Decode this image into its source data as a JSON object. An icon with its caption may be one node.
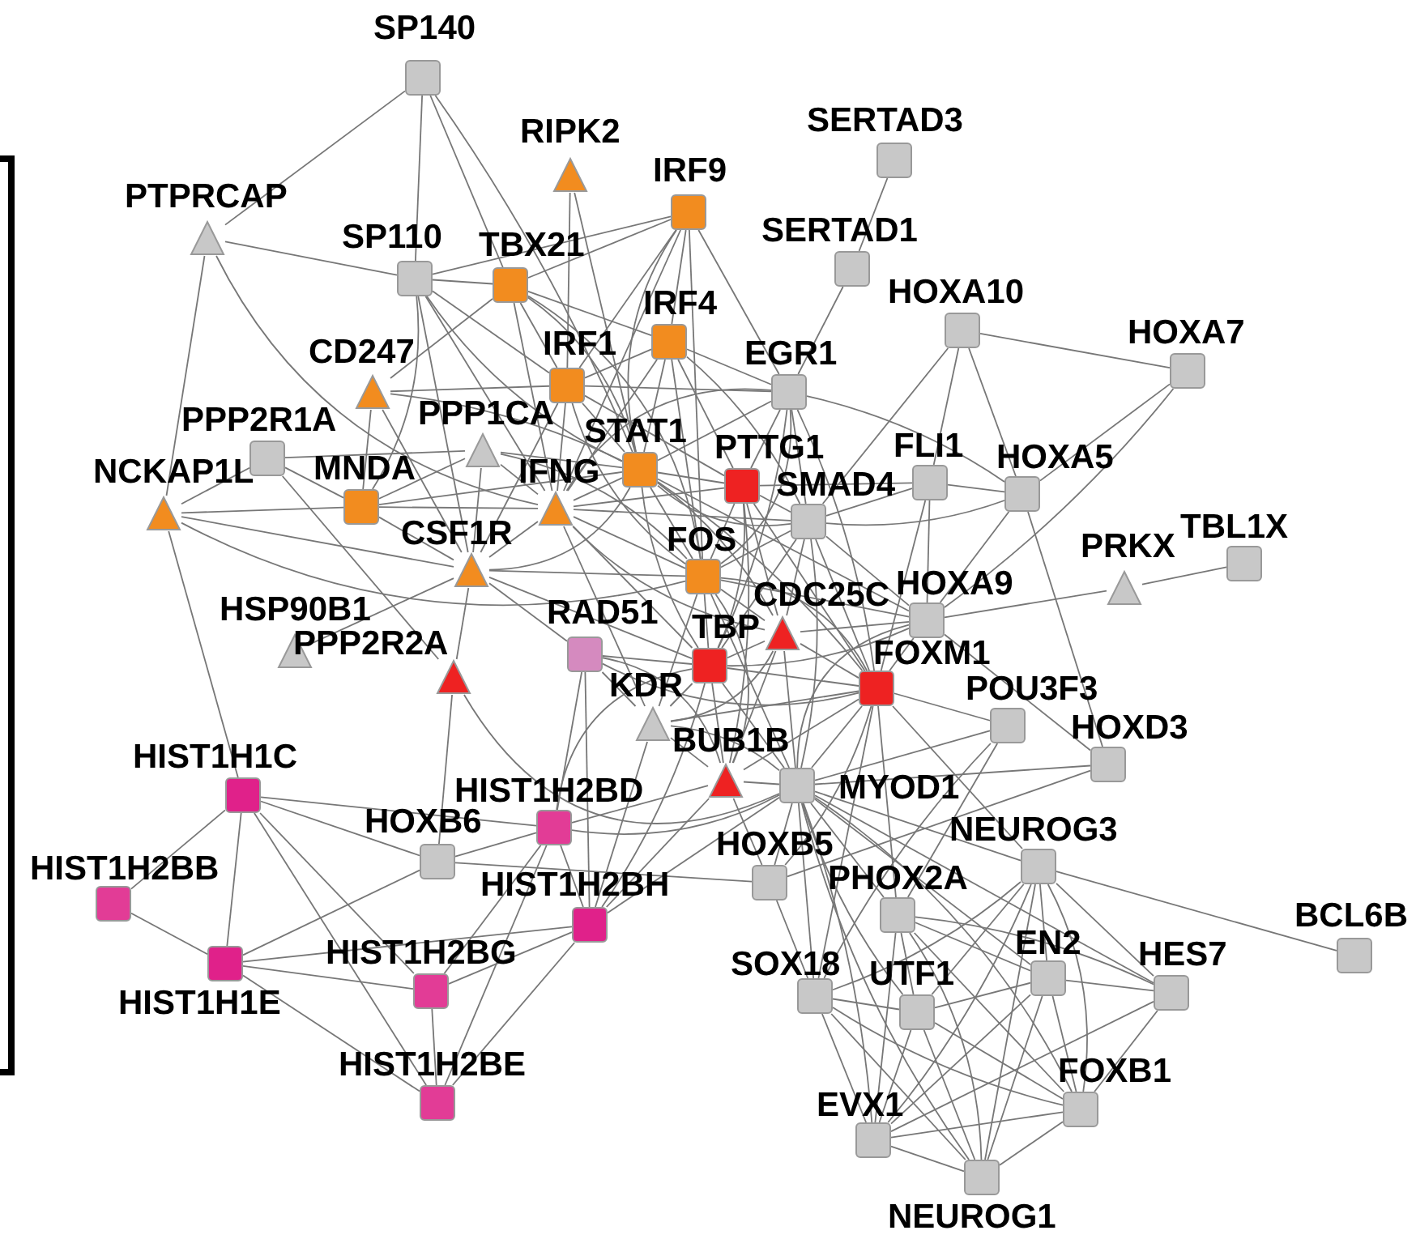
{
  "diagram": {
    "nodes": [
      {
        "text": [
          "SP140"
        ]
      },
      {
        "text": [
          "RIPK2"
        ]
      },
      {
        "text": [
          "IRF9"
        ]
      },
      {
        "text": [
          "SERTAD3"
        ]
      },
      {
        "text": [
          "PTPRCAP"
        ]
      },
      {
        "text": [
          "SP110"
        ]
      },
      {
        "text": [
          "TBX21"
        ]
      },
      {
        "text": [
          "SERTAD1"
        ]
      },
      {
        "text": [
          "HOXA10"
        ]
      },
      {
        "text": [
          "HOXA7"
        ]
      },
      {
        "text": [
          "IRF4"
        ]
      },
      {
        "text": [
          "CD247"
        ]
      },
      {
        "text": [
          "IRF1"
        ]
      },
      {
        "text": [
          "EGR1"
        ]
      },
      {
        "text": [
          "PPP2R1A"
        ]
      },
      {
        "text": [
          "PPP1CA"
        ]
      },
      {
        "text": [
          "MNDA"
        ]
      },
      {
        "text": [
          "STAT1"
        ]
      },
      {
        "text": [
          "IFNG"
        ]
      },
      {
        "text": [
          "PTTG1"
        ]
      },
      {
        "text": [
          "FLI1"
        ]
      },
      {
        "text": [
          "HOXA5"
        ]
      },
      {
        "text": [
          "SMAD4"
        ]
      },
      {
        "text": [
          "NCKAP1L"
        ]
      },
      {
        "text": [
          "CSF1R"
        ]
      },
      {
        "text": [
          "FOS"
        ]
      },
      {
        "text": [
          "CDC25C"
        ]
      },
      {
        "text": [
          "HOXA9"
        ]
      },
      {
        "text": [
          "PRKX"
        ]
      },
      {
        "text": [
          "TBL1X"
        ]
      },
      {
        "text": [
          "HSP90B1"
        ]
      },
      {
        "text": [
          "RAD51"
        ]
      },
      {
        "text": [
          "PPP2R2A"
        ]
      },
      {
        "text": [
          "TBP"
        ]
      },
      {
        "text": [
          "FOXM1"
        ]
      },
      {
        "text": [
          "KDR"
        ]
      },
      {
        "text": [
          "POU3F3"
        ]
      },
      {
        "text": [
          "HOXD3"
        ]
      },
      {
        "text": [
          "HIST1H1C"
        ]
      },
      {
        "text": [
          "HIST1H2BD"
        ]
      },
      {
        "text": [
          "BUB1B"
        ]
      },
      {
        "text": [
          "MYOD1"
        ]
      },
      {
        "text": [
          "HOXB6"
        ]
      },
      {
        "text": [
          "HIST1H2BB"
        ]
      },
      {
        "text": [
          "HOXB5"
        ]
      },
      {
        "text": [
          "NEUROG3"
        ]
      },
      {
        "text": [
          "PHOX2A"
        ]
      },
      {
        "text": [
          "HIST1H2BH"
        ]
      },
      {
        "text": [
          "BCL6B"
        ]
      },
      {
        "text": [
          "HIST1H1E"
        ]
      },
      {
        "text": [
          "HIST1H2BG"
        ]
      },
      {
        "text": [
          "SOX18"
        ]
      },
      {
        "text": [
          "UTF1"
        ]
      },
      {
        "text": [
          "EN2"
        ]
      },
      {
        "text": [
          "HES7"
        ]
      },
      {
        "text": [
          "FOXB1"
        ]
      },
      {
        "text": [
          "HIST1H2BE"
        ]
      },
      {
        "text": [
          "EVX1"
        ]
      },
      {
        "text": [
          "NEUROG1"
        ]
      }
    ],
    "edges": [
      {
        "from": 0,
        "to": 4,
        "arrow": "none"
      },
      {
        "from": 0,
        "to": 5,
        "arrow": "none"
      },
      {
        "from": 0,
        "to": 6,
        "arrow": "none"
      },
      {
        "from": 0,
        "to": 17,
        "arrow": "none"
      },
      {
        "from": 4,
        "to": 5,
        "arrow": "none"
      },
      {
        "from": 4,
        "to": 23,
        "arrow": "none"
      },
      {
        "from": 4,
        "to": 18,
        "arrow": "none"
      },
      {
        "from": 1,
        "to": 12,
        "arrow": "none"
      },
      {
        "from": 1,
        "to": 17,
        "arrow": "none"
      },
      {
        "from": 2,
        "to": 5,
        "arrow": "none"
      },
      {
        "from": 2,
        "to": 6,
        "arrow": "none"
      },
      {
        "from": 2,
        "to": 12,
        "arrow": "none"
      },
      {
        "from": 2,
        "to": 10,
        "arrow": "none"
      },
      {
        "from": 2,
        "to": 17,
        "arrow": "none"
      },
      {
        "from": 2,
        "to": 13,
        "arrow": "none"
      },
      {
        "from": 2,
        "to": 18,
        "arrow": "none"
      },
      {
        "from": 2,
        "to": 25,
        "arrow": "none"
      },
      {
        "from": 5,
        "to": 6,
        "arrow": "none"
      },
      {
        "from": 5,
        "to": 16,
        "arrow": "none"
      },
      {
        "from": 5,
        "to": 24,
        "arrow": "none"
      },
      {
        "from": 5,
        "to": 12,
        "arrow": "none"
      },
      {
        "from": 5,
        "to": 17,
        "arrow": "none"
      },
      {
        "from": 5,
        "to": 18,
        "arrow": "none"
      },
      {
        "from": 6,
        "to": 11,
        "arrow": "none"
      },
      {
        "from": 6,
        "to": 12,
        "arrow": "none"
      },
      {
        "from": 6,
        "to": 10,
        "arrow": "none"
      },
      {
        "from": 6,
        "to": 17,
        "arrow": "none"
      },
      {
        "from": 6,
        "to": 18,
        "arrow": "none"
      },
      {
        "from": 6,
        "to": 25,
        "arrow": "none"
      },
      {
        "from": 3,
        "to": 7,
        "arrow": "none"
      },
      {
        "from": 7,
        "to": 13,
        "arrow": "none"
      },
      {
        "from": 8,
        "to": 9,
        "arrow": "none"
      },
      {
        "from": 8,
        "to": 20,
        "arrow": "none"
      },
      {
        "from": 8,
        "to": 21,
        "arrow": "none"
      },
      {
        "from": 8,
        "to": 22,
        "arrow": "none"
      },
      {
        "from": 9,
        "to": 21,
        "arrow": "none"
      },
      {
        "from": 9,
        "to": 27,
        "arrow": "none"
      },
      {
        "from": 10,
        "to": 12,
        "arrow": "none"
      },
      {
        "from": 10,
        "to": 13,
        "arrow": "none"
      },
      {
        "from": 10,
        "to": 17,
        "arrow": "none"
      },
      {
        "from": 10,
        "to": 18,
        "arrow": "none"
      },
      {
        "from": 10,
        "to": 25,
        "arrow": "none"
      },
      {
        "from": 10,
        "to": 19,
        "arrow": "none"
      },
      {
        "from": 10,
        "to": 22,
        "arrow": "none"
      },
      {
        "from": 11,
        "to": 12,
        "arrow": "none"
      },
      {
        "from": 11,
        "to": 17,
        "arrow": "none"
      },
      {
        "from": 11,
        "to": 24,
        "arrow": "none"
      },
      {
        "from": 11,
        "to": 16,
        "arrow": "none"
      },
      {
        "from": 12,
        "to": 17,
        "arrow": "none"
      },
      {
        "from": 12,
        "to": 13,
        "arrow": "none"
      },
      {
        "from": 12,
        "to": 18,
        "arrow": "none"
      },
      {
        "from": 12,
        "to": 25,
        "arrow": "none"
      },
      {
        "from": 12,
        "to": 24,
        "arrow": "none"
      },
      {
        "from": 12,
        "to": 19,
        "arrow": "none"
      },
      {
        "from": 13,
        "to": 17,
        "arrow": "none"
      },
      {
        "from": 13,
        "to": 25,
        "arrow": "none"
      },
      {
        "from": 13,
        "to": 19,
        "arrow": "none"
      },
      {
        "from": 13,
        "to": 22,
        "arrow": "none"
      },
      {
        "from": 13,
        "to": 34,
        "arrow": "none"
      },
      {
        "from": 13,
        "to": 21,
        "arrow": "none"
      },
      {
        "from": 13,
        "to": 33,
        "arrow": "none"
      },
      {
        "from": 13,
        "to": 18,
        "arrow": "none"
      },
      {
        "from": 14,
        "to": 16,
        "arrow": "none"
      },
      {
        "from": 14,
        "to": 15,
        "arrow": "none"
      },
      {
        "from": 14,
        "to": 32,
        "arrow": "none"
      },
      {
        "from": 14,
        "to": 23,
        "arrow": "none"
      },
      {
        "from": 15,
        "to": 16,
        "arrow": "none"
      },
      {
        "from": 15,
        "to": 18,
        "arrow": "none"
      },
      {
        "from": 15,
        "to": 17,
        "arrow": "none"
      },
      {
        "from": 15,
        "to": 24,
        "arrow": "none"
      },
      {
        "from": 15,
        "to": 25,
        "arrow": "none"
      },
      {
        "from": 16,
        "to": 23,
        "arrow": "none"
      },
      {
        "from": 16,
        "to": 18,
        "arrow": "none"
      },
      {
        "from": 16,
        "to": 17,
        "arrow": "none"
      },
      {
        "from": 16,
        "to": 24,
        "arrow": "none"
      },
      {
        "from": 23,
        "to": 24,
        "arrow": "none"
      },
      {
        "from": 23,
        "to": 25,
        "arrow": "none"
      },
      {
        "from": 23,
        "to": 38,
        "arrow": "none"
      },
      {
        "from": 17,
        "to": 18,
        "arrow": "none"
      },
      {
        "from": 17,
        "to": 25,
        "arrow": "none"
      },
      {
        "from": 17,
        "to": 19,
        "arrow": "none"
      },
      {
        "from": 17,
        "to": 22,
        "arrow": "none"
      },
      {
        "from": 17,
        "to": 26,
        "arrow": "none"
      },
      {
        "from": 17,
        "to": 33,
        "arrow": "none"
      },
      {
        "from": 17,
        "to": 34,
        "arrow": "none"
      },
      {
        "from": 17,
        "to": 24,
        "arrow": "none"
      },
      {
        "from": 17,
        "to": 27,
        "arrow": "none"
      },
      {
        "from": 18,
        "to": 24,
        "arrow": "none"
      },
      {
        "from": 18,
        "to": 25,
        "arrow": "none"
      },
      {
        "from": 18,
        "to": 33,
        "arrow": "none"
      },
      {
        "from": 18,
        "to": 19,
        "arrow": "none"
      },
      {
        "from": 18,
        "to": 22,
        "arrow": "none"
      },
      {
        "from": 18,
        "to": 26,
        "arrow": "none"
      },
      {
        "from": 18,
        "to": 35,
        "arrow": "none"
      },
      {
        "from": 24,
        "to": 30,
        "arrow": "none"
      },
      {
        "from": 24,
        "to": 32,
        "arrow": "none"
      },
      {
        "from": 24,
        "to": 31,
        "arrow": "none"
      },
      {
        "from": 24,
        "to": 25,
        "arrow": "none"
      },
      {
        "from": 24,
        "to": 33,
        "arrow": "none"
      },
      {
        "from": 25,
        "to": 19,
        "arrow": "none"
      },
      {
        "from": 25,
        "to": 22,
        "arrow": "none"
      },
      {
        "from": 25,
        "to": 26,
        "arrow": "none"
      },
      {
        "from": 25,
        "to": 33,
        "arrow": "none"
      },
      {
        "from": 25,
        "to": 34,
        "arrow": "none"
      },
      {
        "from": 25,
        "to": 40,
        "arrow": "none"
      },
      {
        "from": 25,
        "to": 41,
        "arrow": "none"
      },
      {
        "from": 25,
        "to": 35,
        "arrow": "none"
      },
      {
        "from": 25,
        "to": 27,
        "arrow": "none"
      },
      {
        "from": 19,
        "to": 22,
        "arrow": "none"
      },
      {
        "from": 19,
        "to": 26,
        "arrow": "none"
      },
      {
        "from": 19,
        "to": 34,
        "arrow": "none"
      },
      {
        "from": 19,
        "to": 33,
        "arrow": "none"
      },
      {
        "from": 19,
        "to": 40,
        "arrow": "none"
      },
      {
        "from": 19,
        "to": 20,
        "arrow": "none"
      },
      {
        "from": 22,
        "to": 20,
        "arrow": "none"
      },
      {
        "from": 22,
        "to": 21,
        "arrow": "none"
      },
      {
        "from": 22,
        "to": 26,
        "arrow": "none"
      },
      {
        "from": 22,
        "to": 34,
        "arrow": "none"
      },
      {
        "from": 22,
        "to": 27,
        "arrow": "none"
      },
      {
        "from": 22,
        "to": 33,
        "arrow": "none"
      },
      {
        "from": 22,
        "to": 41,
        "arrow": "none"
      },
      {
        "from": 20,
        "to": 21,
        "arrow": "none"
      },
      {
        "from": 20,
        "to": 27,
        "arrow": "none"
      },
      {
        "from": 20,
        "to": 34,
        "arrow": "none"
      },
      {
        "from": 21,
        "to": 27,
        "arrow": "none"
      },
      {
        "from": 21,
        "to": 37,
        "arrow": "none"
      },
      {
        "from": 27,
        "to": 28,
        "arrow": "none"
      },
      {
        "from": 27,
        "to": 34,
        "arrow": "none"
      },
      {
        "from": 27,
        "to": 26,
        "arrow": "none"
      },
      {
        "from": 27,
        "to": 33,
        "arrow": "none"
      },
      {
        "from": 27,
        "to": 41,
        "arrow": "none"
      },
      {
        "from": 27,
        "to": 37,
        "arrow": "none"
      },
      {
        "from": 28,
        "to": 29,
        "arrow": "none"
      },
      {
        "from": 26,
        "to": 33,
        "arrow": "none"
      },
      {
        "from": 26,
        "to": 34,
        "arrow": "none"
      },
      {
        "from": 26,
        "to": 40,
        "arrow": "none"
      },
      {
        "from": 26,
        "to": 41,
        "arrow": "none"
      },
      {
        "from": 26,
        "to": 35,
        "arrow": "none"
      },
      {
        "from": 31,
        "to": 33,
        "arrow": "none"
      },
      {
        "from": 31,
        "to": 35,
        "arrow": "none"
      },
      {
        "from": 31,
        "to": 40,
        "arrow": "none"
      },
      {
        "from": 31,
        "to": 39,
        "arrow": "none"
      },
      {
        "from": 31,
        "to": 47,
        "arrow": "none"
      },
      {
        "from": 31,
        "to": 34,
        "arrow": "none"
      },
      {
        "from": 32,
        "to": 42,
        "arrow": "none"
      },
      {
        "from": 32,
        "to": 41,
        "arrow": "none"
      },
      {
        "from": 33,
        "to": 34,
        "arrow": "none"
      },
      {
        "from": 33,
        "to": 40,
        "arrow": "none"
      },
      {
        "from": 33,
        "to": 41,
        "arrow": "none"
      },
      {
        "from": 33,
        "to": 35,
        "arrow": "none"
      },
      {
        "from": 33,
        "to": 39,
        "arrow": "none"
      },
      {
        "from": 33,
        "to": 47,
        "arrow": "none"
      },
      {
        "from": 34,
        "to": 40,
        "arrow": "none"
      },
      {
        "from": 34,
        "to": 41,
        "arrow": "none"
      },
      {
        "from": 34,
        "to": 36,
        "arrow": "none"
      },
      {
        "from": 34,
        "to": 35,
        "arrow": "none"
      },
      {
        "from": 34,
        "to": 44,
        "arrow": "none"
      },
      {
        "from": 34,
        "to": 45,
        "arrow": "none"
      },
      {
        "from": 34,
        "to": 46,
        "arrow": "none"
      },
      {
        "from": 34,
        "to": 51,
        "arrow": "none"
      },
      {
        "from": 35,
        "to": 40,
        "arrow": "none"
      },
      {
        "from": 35,
        "to": 41,
        "arrow": "none"
      },
      {
        "from": 35,
        "to": 47,
        "arrow": "none"
      },
      {
        "from": 36,
        "to": 46,
        "arrow": "none"
      },
      {
        "from": 36,
        "to": 51,
        "arrow": "none"
      },
      {
        "from": 36,
        "to": 41,
        "arrow": "none"
      },
      {
        "from": 37,
        "to": 41,
        "arrow": "none"
      },
      {
        "from": 37,
        "to": 44,
        "arrow": "none"
      },
      {
        "from": 38,
        "to": 43,
        "arrow": "none"
      },
      {
        "from": 38,
        "to": 49,
        "arrow": "none"
      },
      {
        "from": 38,
        "to": 39,
        "arrow": "none"
      },
      {
        "from": 38,
        "to": 42,
        "arrow": "none"
      },
      {
        "from": 38,
        "to": 50,
        "arrow": "none"
      },
      {
        "from": 38,
        "to": 56,
        "arrow": "none"
      },
      {
        "from": 39,
        "to": 42,
        "arrow": "none"
      },
      {
        "from": 39,
        "to": 47,
        "arrow": "none"
      },
      {
        "from": 39,
        "to": 50,
        "arrow": "none"
      },
      {
        "from": 39,
        "to": 56,
        "arrow": "none"
      },
      {
        "from": 39,
        "to": 40,
        "arrow": "none"
      },
      {
        "from": 39,
        "to": 41,
        "arrow": "none"
      },
      {
        "from": 40,
        "to": 47,
        "arrow": "none"
      },
      {
        "from": 40,
        "to": 41,
        "arrow": "none"
      },
      {
        "from": 40,
        "to": 44,
        "arrow": "none"
      },
      {
        "from": 41,
        "to": 44,
        "arrow": "none"
      },
      {
        "from": 41,
        "to": 45,
        "arrow": "none"
      },
      {
        "from": 41,
        "to": 46,
        "arrow": "none"
      },
      {
        "from": 41,
        "to": 51,
        "arrow": "none"
      },
      {
        "from": 41,
        "to": 52,
        "arrow": "none"
      },
      {
        "from": 41,
        "to": 53,
        "arrow": "none"
      },
      {
        "from": 41,
        "to": 54,
        "arrow": "none"
      },
      {
        "from": 41,
        "to": 55,
        "arrow": "none"
      },
      {
        "from": 41,
        "to": 57,
        "arrow": "none"
      },
      {
        "from": 41,
        "to": 58,
        "arrow": "none"
      },
      {
        "from": 41,
        "to": 47,
        "arrow": "none"
      },
      {
        "from": 42,
        "to": 49,
        "arrow": "none"
      },
      {
        "from": 42,
        "to": 44,
        "arrow": "none"
      },
      {
        "from": 43,
        "to": 49,
        "arrow": "none"
      },
      {
        "from": 44,
        "to": 51,
        "arrow": "none"
      },
      {
        "from": 45,
        "to": 48,
        "arrow": "none"
      },
      {
        "from": 45,
        "to": 53,
        "arrow": "none"
      },
      {
        "from": 45,
        "to": 54,
        "arrow": "none"
      },
      {
        "from": 45,
        "to": 52,
        "arrow": "none"
      },
      {
        "from": 45,
        "to": 51,
        "arrow": "none"
      },
      {
        "from": 45,
        "to": 57,
        "arrow": "none"
      },
      {
        "from": 45,
        "to": 58,
        "arrow": "none"
      },
      {
        "from": 45,
        "to": 55,
        "arrow": "none"
      },
      {
        "from": 46,
        "to": 52,
        "arrow": "none"
      },
      {
        "from": 46,
        "to": 53,
        "arrow": "none"
      },
      {
        "from": 46,
        "to": 54,
        "arrow": "none"
      },
      {
        "from": 46,
        "to": 57,
        "arrow": "none"
      },
      {
        "from": 46,
        "to": 58,
        "arrow": "none"
      },
      {
        "from": 46,
        "to": 55,
        "arrow": "none"
      },
      {
        "from": 47,
        "to": 49,
        "arrow": "none"
      },
      {
        "from": 47,
        "to": 50,
        "arrow": "none"
      },
      {
        "from": 47,
        "to": 56,
        "arrow": "none"
      },
      {
        "from": 49,
        "to": 50,
        "arrow": "none"
      },
      {
        "from": 49,
        "to": 56,
        "arrow": "none"
      },
      {
        "from": 50,
        "to": 56,
        "arrow": "none"
      },
      {
        "from": 51,
        "to": 52,
        "arrow": "none"
      },
      {
        "from": 51,
        "to": 57,
        "arrow": "none"
      },
      {
        "from": 51,
        "to": 58,
        "arrow": "none"
      },
      {
        "from": 51,
        "to": 55,
        "arrow": "none"
      },
      {
        "from": 52,
        "to": 53,
        "arrow": "none"
      },
      {
        "from": 52,
        "to": 57,
        "arrow": "none"
      },
      {
        "from": 52,
        "to": 58,
        "arrow": "none"
      },
      {
        "from": 52,
        "to": 55,
        "arrow": "none"
      },
      {
        "from": 53,
        "to": 54,
        "arrow": "none"
      },
      {
        "from": 53,
        "to": 55,
        "arrow": "none"
      },
      {
        "from": 53,
        "to": 58,
        "arrow": "none"
      },
      {
        "from": 53,
        "to": 57,
        "arrow": "none"
      },
      {
        "from": 54,
        "to": 55,
        "arrow": "none"
      },
      {
        "from": 54,
        "to": 57,
        "arrow": "none"
      },
      {
        "from": 55,
        "to": 57,
        "arrow": "none"
      },
      {
        "from": 55,
        "to": 58,
        "arrow": "none"
      },
      {
        "from": 57,
        "to": 58,
        "arrow": "none"
      }
    ]
  }
}
